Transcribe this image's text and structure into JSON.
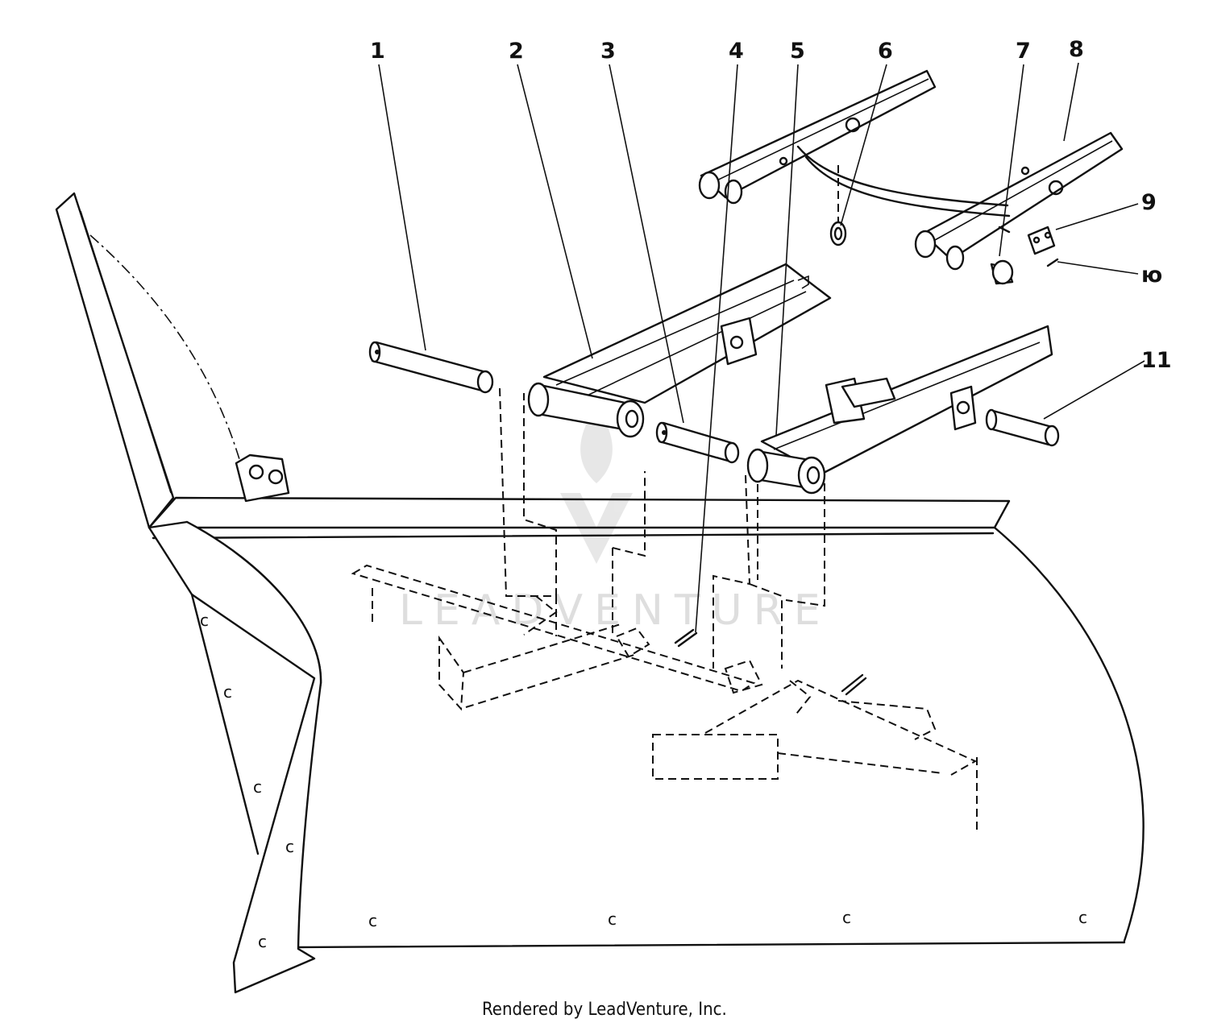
{
  "callouts": [
    {
      "label": "1"
    },
    {
      "label": "2"
    },
    {
      "label": "3"
    },
    {
      "label": "4"
    },
    {
      "label": "5"
    },
    {
      "label": "6"
    },
    {
      "label": "7"
    },
    {
      "label": "8"
    },
    {
      "label": "9"
    },
    {
      "label": "ю"
    },
    {
      "label": "11"
    }
  ],
  "watermark": "LEADVENTURE",
  "credit": "Rendered by LeadVenture, Inc."
}
